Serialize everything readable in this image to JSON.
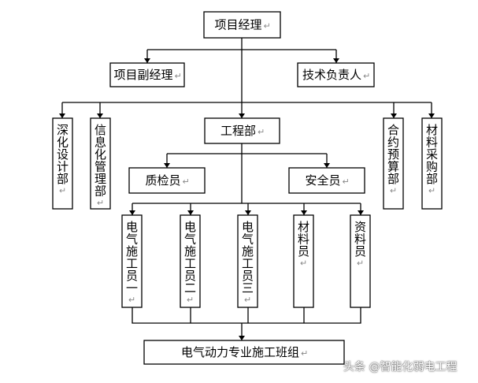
{
  "diagram": {
    "nodes": {
      "pm": "项目经理",
      "deputy": "项目副经理",
      "tech": "技术负责人",
      "deepen": "深化设计部",
      "info": "信息化管理部",
      "eng": "工程部",
      "contract": "合约预算部",
      "material_purchase": "材料采购部",
      "qc": "质检员",
      "safety": "安全员",
      "elec1": "电气施工员一",
      "elec2": "电气施工员二",
      "elec3": "电气施工员三",
      "materials": "材料员",
      "docs": "资料员",
      "team": "电气动力专业施工班组"
    },
    "paragraph_mark": "↵"
  },
  "watermark": "头条 @智能化弱电工程"
}
